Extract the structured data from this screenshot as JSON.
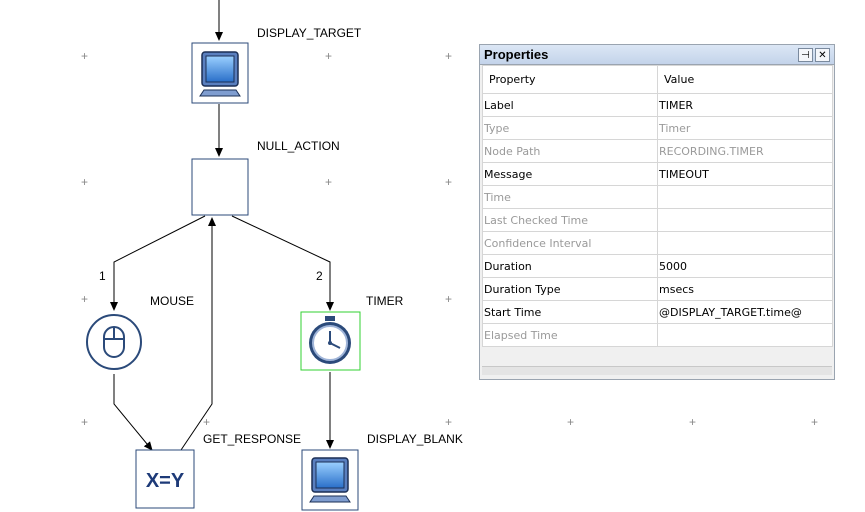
{
  "diagram": {
    "nodes": {
      "display_target": "DISPLAY_TARGET",
      "null_action": "NULL_ACTION",
      "mouse": "MOUSE",
      "timer": "TIMER",
      "get_response": "GET_RESPONSE",
      "display_blank": "DISPLAY_BLANK"
    },
    "edge_labels": {
      "branch1": "1",
      "branch2": "2"
    },
    "get_response_symbol": "X=Y",
    "selected_node": "TIMER"
  },
  "properties_panel": {
    "title": "Properties",
    "pin_glyph": "⊣",
    "close_glyph": "✕",
    "header": {
      "property": "Property",
      "value": "Value"
    },
    "rows": [
      {
        "property": "Label",
        "value": "TIMER",
        "enabled": true
      },
      {
        "property": "Type",
        "value": "Timer",
        "enabled": false
      },
      {
        "property": "Node Path",
        "value": "RECORDING.TIMER",
        "enabled": false
      },
      {
        "property": "Message",
        "value": "TIMEOUT",
        "enabled": true
      },
      {
        "property": "Time",
        "value": "",
        "enabled": false
      },
      {
        "property": "Last Checked Time",
        "value": "",
        "enabled": false
      },
      {
        "property": "Confidence Interval",
        "value": "",
        "enabled": false
      },
      {
        "property": "Duration",
        "value": "5000",
        "enabled": true
      },
      {
        "property": "Duration Type",
        "value": "msecs",
        "enabled": true
      },
      {
        "property": "Start Time",
        "value": "@DISPLAY_TARGET.time@",
        "enabled": true
      },
      {
        "property": "Elapsed Time",
        "value": "",
        "enabled": false
      }
    ]
  }
}
